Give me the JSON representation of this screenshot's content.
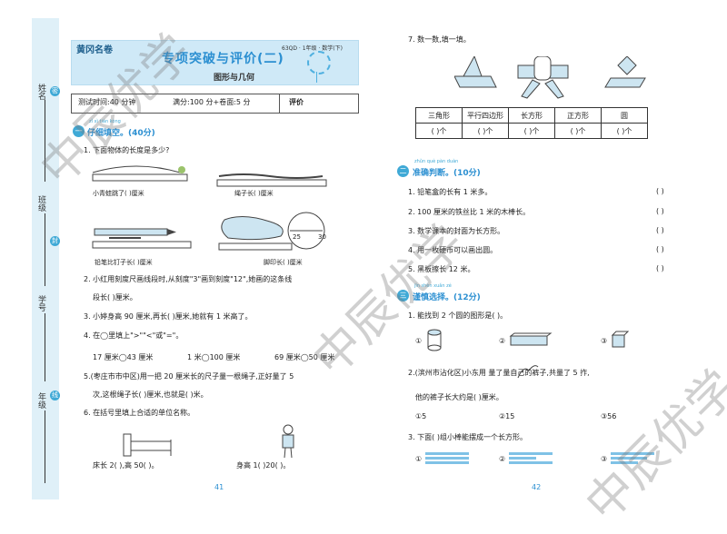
{
  "binding": {
    "name": "姓名",
    "class": "班级",
    "number": "学号",
    "grade": "年级",
    "dot1": "密",
    "dot2": "封",
    "dot3": "线"
  },
  "header": {
    "logo": "黄冈名卷",
    "title": "专项突破与评价(二)",
    "subtitle": "图形与几何",
    "series": "63QD · 1年级 · 数学(下)"
  },
  "info": {
    "time": "测试时间:40 分钟",
    "score": "满分:100 分+卷面:5 分",
    "eval": "评价"
  },
  "sec1": {
    "pinyin": "zǐ xì tián kòng",
    "num": "一",
    "title": "仔细填空。(40分)"
  },
  "q1": {
    "text": "1. 下面物体的长度是多少?",
    "frog": "小青蛙跳了(    )厘米",
    "rope": "绳子长(    )厘米",
    "pencil": "铅笔比钉子长(    )厘米",
    "foot": "脚印长(    )厘米",
    "tick_25": "25",
    "tick_30": "30"
  },
  "q2": {
    "line1": "2. 小红用刻度尺画线段时,从刻度\"3\"画到刻度\"12\",她画的这条线",
    "line2": "段长(    )厘米。"
  },
  "q3": {
    "text": "3. 小婷身高 90 厘米,再长(    )厘米,她就有 1 米高了。"
  },
  "q4": {
    "text": "4. 在◯里填上\">\"\"<\"或\"=\"。",
    "a": "17 厘米◯43 厘米",
    "b": "1 米◯100 厘米",
    "c": "69 厘米◯50 厘米"
  },
  "q5": {
    "line1": "5.(枣庄市市中区)用一把 20 厘米长的尺子量一根绳子,正好量了 5",
    "line2": "次,这根绳子长(    )厘米,也就是(    )米。"
  },
  "q6": {
    "text": "6. 在括号里填上合适的单位名称。",
    "bed": "床长 2(    ),高 50(    )。",
    "height": "身高 1(    )20(    )。"
  },
  "page_left": "41",
  "q7": {
    "text": "7. 数一数,填一填。",
    "headers": [
      "三角形",
      "平行四边形",
      "长方形",
      "正方形",
      "圆"
    ],
    "cells": [
      "(    )个",
      "(    )个",
      "(    )个",
      "(    )个",
      "(    )个"
    ]
  },
  "sec2": {
    "pinyin": "zhǔn què pàn duàn",
    "num": "二",
    "title": "准确判断。(10分)"
  },
  "judge": [
    "1. 铅笔盒的长有 1 米多。",
    "2. 100 厘米的铁丝比 1 米的木棒长。",
    "3. 数学课本的封面为长方形。",
    "4. 用一枚硬币可以画出圆。",
    "5. 黑板擦长 12 米。"
  ],
  "judge_paren": "(    )",
  "sec3": {
    "pinyin": "jǐn shèn xuǎn zé",
    "num": "三",
    "title": "谨慎选择。(12分)"
  },
  "c1": {
    "text": "1. 能找到 2 个圆的图形是(    )。",
    "opts": [
      "①",
      "②",
      "③"
    ]
  },
  "c2": {
    "line1": "2.(滨州市沾化区)小东用        量了量自己的裤子,共量了 5 拃,",
    "line2": "他的裤子长大约是(    )厘米。",
    "opts": [
      "①5",
      "②15",
      "③56"
    ]
  },
  "c3": {
    "text": "3. 下面(    )组小棒能摆成一个长方形。",
    "opts": [
      "①",
      "②",
      "③"
    ]
  },
  "page_right": "42",
  "watermark": "中辰优学",
  "colors": {
    "accent": "#2b8fd1",
    "strip": "#dff0f8",
    "header": "#cfe9f7"
  }
}
